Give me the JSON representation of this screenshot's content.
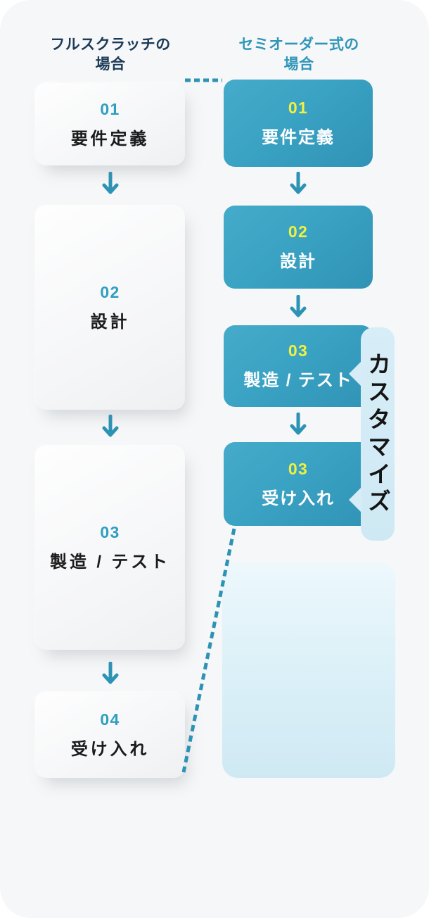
{
  "diagram": {
    "left_column": {
      "heading": "フルスクラッチの\n場合",
      "steps": [
        {
          "number": "01",
          "label": "要件定義"
        },
        {
          "number": "02",
          "label": "設計"
        },
        {
          "number": "03",
          "label": "製造 / テスト"
        },
        {
          "number": "04",
          "label": "受け入れ"
        }
      ]
    },
    "right_column": {
      "heading": "セミオーダー式の\n場合",
      "steps": [
        {
          "number": "01",
          "label": "要件定義"
        },
        {
          "number": "02",
          "label": "設計"
        },
        {
          "number": "03",
          "label": "製造 / テスト"
        },
        {
          "number": "03",
          "label": "受け入れ"
        }
      ]
    },
    "customize_label": "カスタマイズ",
    "colors": {
      "teal_card": "#3AA2C3",
      "teal_accent": "#2D93B5",
      "number_yellow": "#F1F13F",
      "heading_navy": "#1D3B58",
      "heading_teal": "#3096B8",
      "ribbon_blue": "#D6ECF7",
      "panel_background": "#F6F7F8"
    }
  }
}
